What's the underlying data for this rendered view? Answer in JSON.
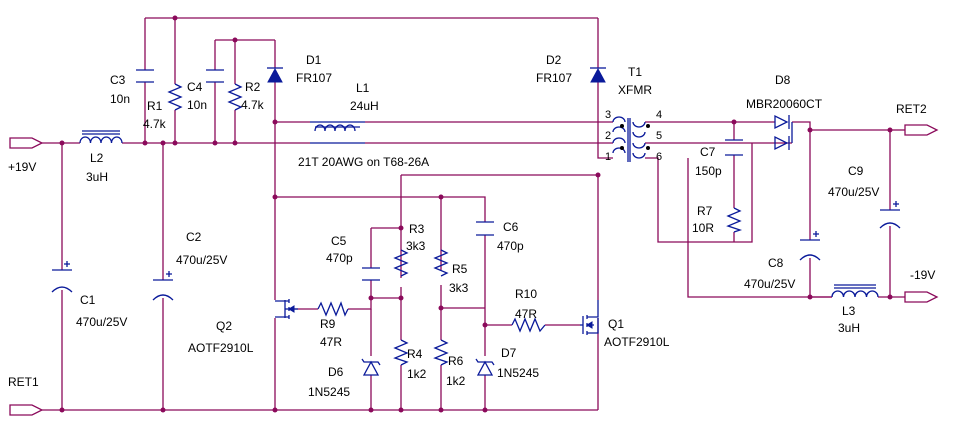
{
  "input": {
    "plus_label": "+19V",
    "return_label": "RET1"
  },
  "output": {
    "minus_label": "-19V",
    "return_label": "RET2"
  },
  "c1": {
    "ref": "C1",
    "value": "470u/25V"
  },
  "c2": {
    "ref": "C2",
    "value": "470u/25V"
  },
  "c3": {
    "ref": "C3",
    "value": "10n"
  },
  "c4": {
    "ref": "C4",
    "value": "10n"
  },
  "c5": {
    "ref": "C5",
    "value": "470p"
  },
  "c6": {
    "ref": "C6",
    "value": "470p"
  },
  "c7": {
    "ref": "C7",
    "value": "150p"
  },
  "c8": {
    "ref": "C8",
    "value": "470u/25V"
  },
  "c9": {
    "ref": "C9",
    "value": "470u/25V"
  },
  "r1": {
    "ref": "R1",
    "value": "4.7k"
  },
  "r2": {
    "ref": "R2",
    "value": "4.7k"
  },
  "r3": {
    "ref": "R3",
    "value": "3k3"
  },
  "r4": {
    "ref": "R4",
    "value": "1k2"
  },
  "r5": {
    "ref": "R5",
    "value": "3k3"
  },
  "r6": {
    "ref": "R6",
    "value": "1k2"
  },
  "r7": {
    "ref": "R7",
    "value": "10R"
  },
  "r9": {
    "ref": "R9",
    "value": "47R"
  },
  "r10": {
    "ref": "R10",
    "value": "47R"
  },
  "l1": {
    "ref": "L1",
    "value": "24uH",
    "note": "21T 20AWG on T68-26A"
  },
  "l2": {
    "ref": "L2",
    "value": "3uH"
  },
  "l3": {
    "ref": "L3",
    "value": "3uH"
  },
  "d1": {
    "ref": "D1",
    "value": "FR107"
  },
  "d2": {
    "ref": "D2",
    "value": "FR107"
  },
  "d6": {
    "ref": "D6",
    "value": "1N5245"
  },
  "d7": {
    "ref": "D7",
    "value": "1N5245"
  },
  "d8": {
    "ref": "D8",
    "value": "MBR20060CT"
  },
  "q1": {
    "ref": "Q1",
    "value": "AOTF2910L"
  },
  "q2": {
    "ref": "Q2",
    "value": "AOTF2910L"
  },
  "t1": {
    "ref": "T1",
    "value": "XFMR",
    "pins": [
      "1",
      "2",
      "3",
      "4",
      "5",
      "6"
    ]
  }
}
